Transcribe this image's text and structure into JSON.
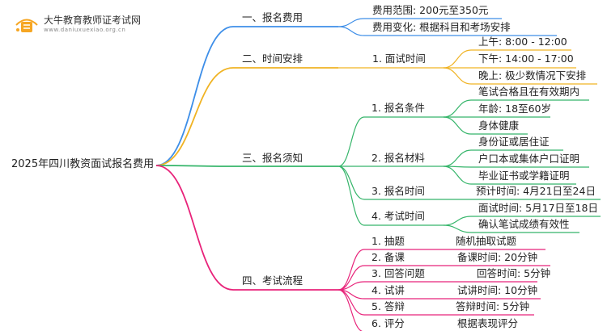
{
  "logo": {
    "name": "大牛教育教师证考试网",
    "url": "www.daniuxuexiao.org.cn"
  },
  "colors": {
    "blue": "#3d8ee8",
    "orange": "#f0b323",
    "green": "#35b56a",
    "pink": "#e8237a",
    "logo_orange": "#f6a623"
  },
  "root": "2025年四川教资面试报名费用",
  "b1": {
    "label": "一、报名费用",
    "items": [
      "费用范围: 200元至350元",
      "费用变化: 根据科目和考场安排"
    ]
  },
  "b2": {
    "label": "二、时间安排",
    "sub": "1. 面试时间",
    "items": [
      "上午: 8:00 - 12:00",
      "下午: 14:00 - 17:00",
      "晚上: 极少数情况下安排"
    ]
  },
  "b3": {
    "label": "三、报名须知",
    "s1": "1. 报名条件",
    "s1_items": [
      "笔试合格且在有效期内",
      "年龄: 18至60岁",
      "身体健康"
    ],
    "s2": "2. 报名材料",
    "s2_items": [
      "身份证或居住证",
      "户口本或集体户口证明",
      "毕业证书或学籍证明"
    ],
    "s3": "3. 报名时间",
    "s3_item": "预计时间: 4月21日至24日",
    "s4": "4. 考试时间",
    "s4_items": [
      "面试时间: 5月17日至18日",
      "确认笔试成绩有效性"
    ]
  },
  "b4": {
    "label": "四、考试流程",
    "steps": [
      {
        "step": "1. 抽题",
        "detail": "随机抽取试题"
      },
      {
        "step": "2. 备课",
        "detail": "备课时间: 20分钟"
      },
      {
        "step": "3. 回答问题",
        "detail": "回答时间: 5分钟"
      },
      {
        "step": "4. 试讲",
        "detail": "试讲时间: 10分钟"
      },
      {
        "step": "5. 答辩",
        "detail": "答辩时间: 5分钟"
      },
      {
        "step": "6. 评分",
        "detail": "根据表现评分"
      }
    ]
  }
}
